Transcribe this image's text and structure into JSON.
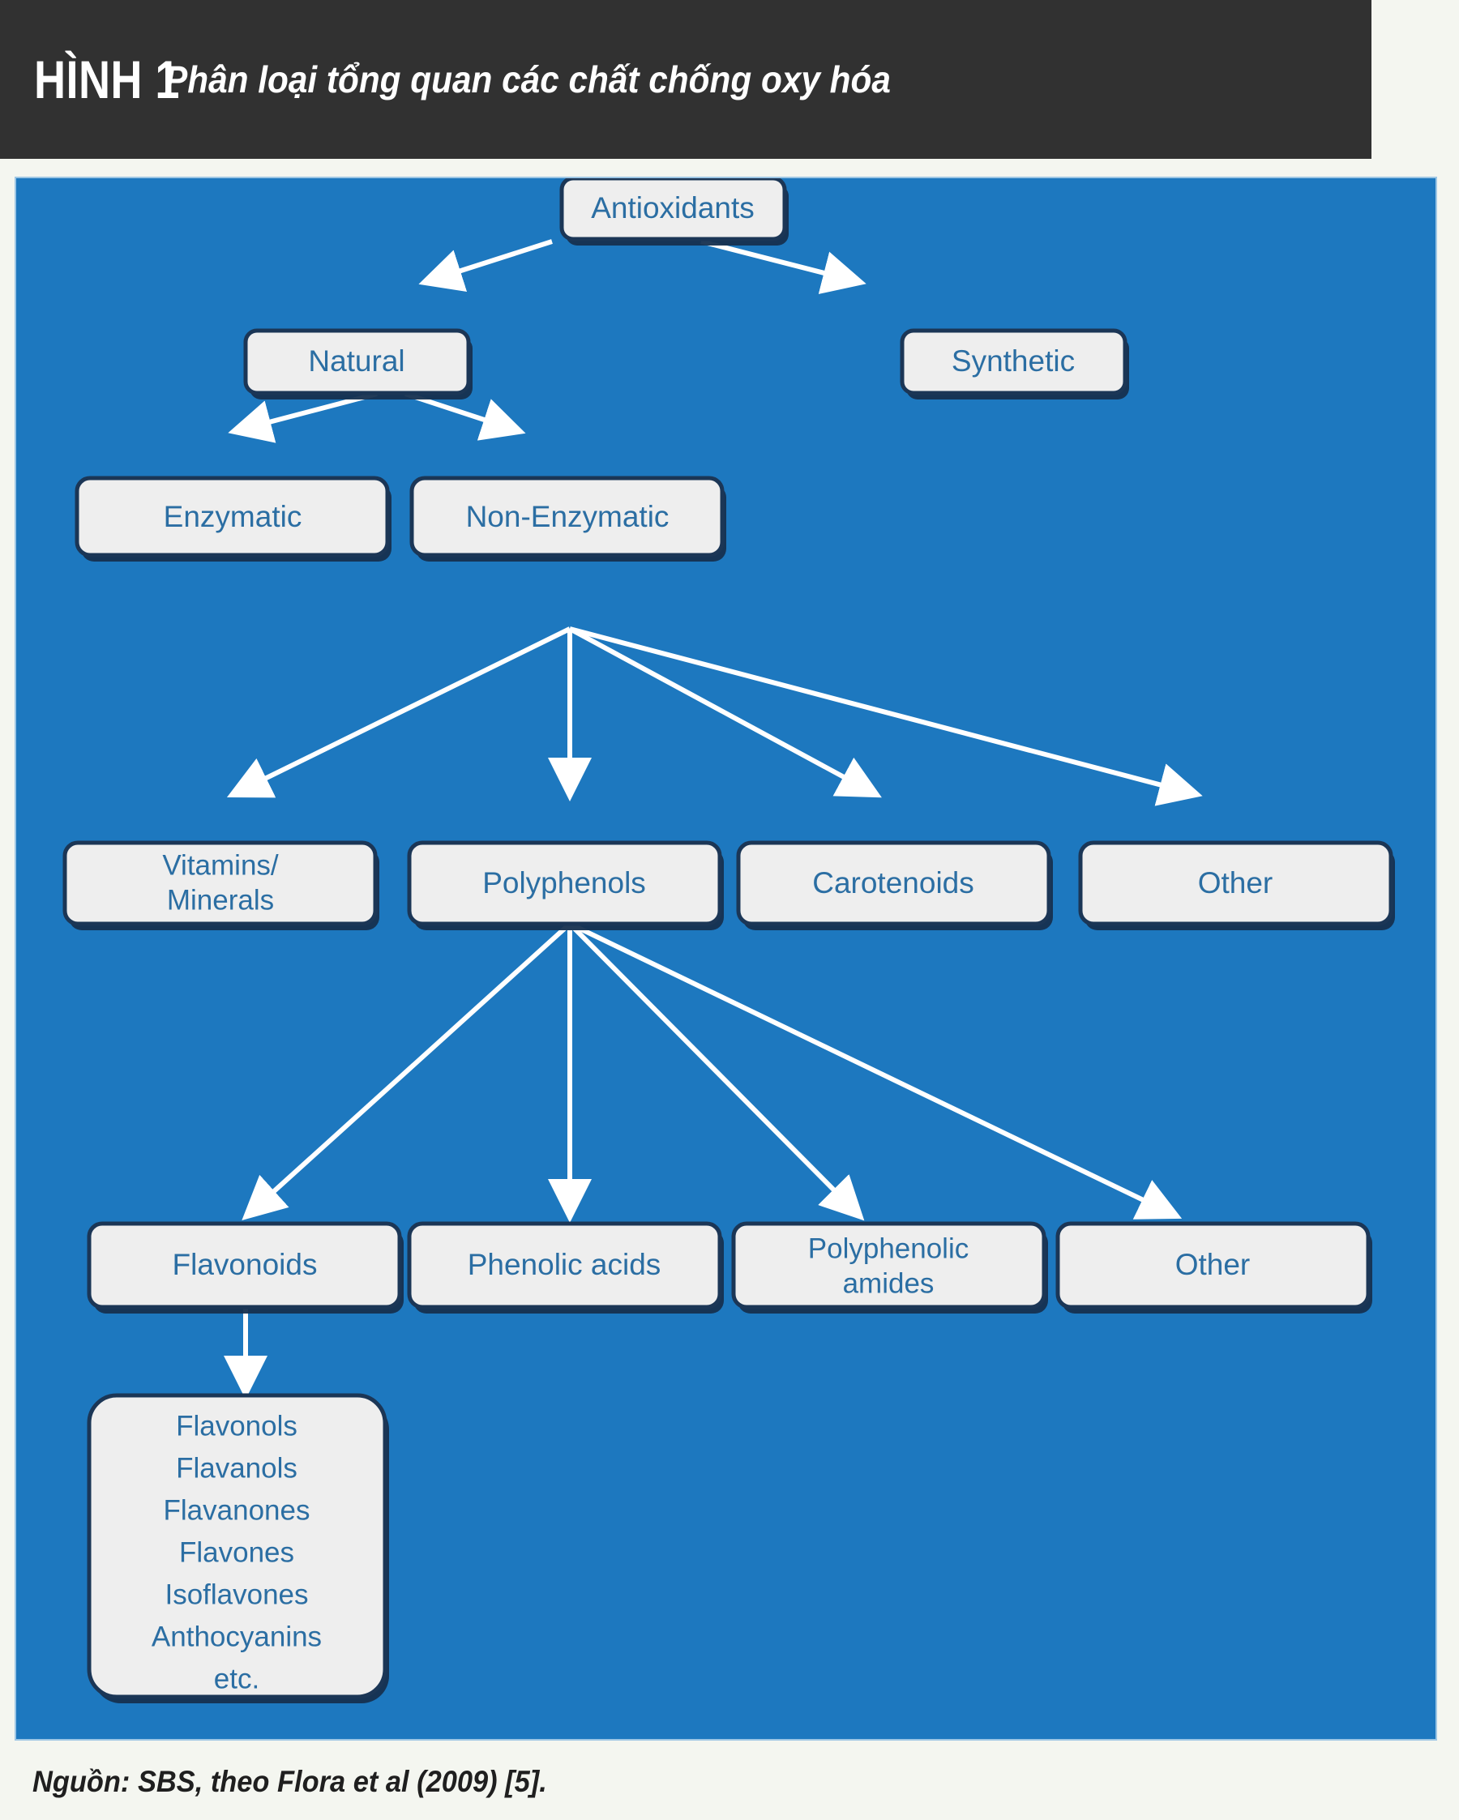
{
  "header": {
    "figure_label": "HÌNH 1",
    "caption": "Phân loại tổng quan các chất chống oxy hóa",
    "background_color": "#313131",
    "text_color": "#ffffff"
  },
  "diagram": {
    "panel_color": "#1d78bf",
    "box_fill": "#eeeeee",
    "box_border": "#1b3656",
    "label_color": "#2b6ea3",
    "edge_color": "#ffffff",
    "levels": [
      {
        "level": 1,
        "nodes": [
          {
            "id": "antioxidants",
            "label": "Antioxidants"
          }
        ]
      },
      {
        "level": 2,
        "nodes": [
          {
            "id": "natural",
            "label": "Natural"
          },
          {
            "id": "synthetic",
            "label": "Synthetic"
          }
        ]
      },
      {
        "level": 3,
        "nodes": [
          {
            "id": "enzymatic",
            "label": "Enzymatic"
          },
          {
            "id": "non-enzymatic",
            "label": "Non-Enzymatic"
          }
        ]
      },
      {
        "level": 4,
        "nodes": [
          {
            "id": "vitamins-minerals",
            "label": "Vitamins/",
            "label_line2": "Minerals"
          },
          {
            "id": "polyphenols",
            "label": "Polyphenols"
          },
          {
            "id": "carotenoids",
            "label": "Carotenoids"
          },
          {
            "id": "other-nonenzymatic",
            "label": "Other"
          }
        ]
      },
      {
        "level": 5,
        "nodes": [
          {
            "id": "flavonoids",
            "label": "Flavonoids"
          },
          {
            "id": "phenolic-acids",
            "label": "Phenolic acids"
          },
          {
            "id": "polyphenolic-amides",
            "label": "Polyphenolic",
            "label_line2": "amides"
          },
          {
            "id": "other-polyphenols",
            "label": "Other"
          }
        ]
      },
      {
        "level": 6,
        "nodes": [
          {
            "id": "flavonoid-subtypes",
            "lines": [
              "Flavonols",
              "Flavanols",
              "Flavanones",
              "Flavones",
              "Isoflavones",
              "Anthocyanins",
              "etc."
            ]
          }
        ]
      }
    ],
    "edges": [
      {
        "from": "antioxidants",
        "to": "natural"
      },
      {
        "from": "antioxidants",
        "to": "synthetic"
      },
      {
        "from": "natural",
        "to": "enzymatic"
      },
      {
        "from": "natural",
        "to": "non-enzymatic"
      },
      {
        "from": "non-enzymatic",
        "to": "vitamins-minerals"
      },
      {
        "from": "non-enzymatic",
        "to": "polyphenols"
      },
      {
        "from": "non-enzymatic",
        "to": "carotenoids"
      },
      {
        "from": "non-enzymatic",
        "to": "other-nonenzymatic"
      },
      {
        "from": "polyphenols",
        "to": "flavonoids"
      },
      {
        "from": "polyphenols",
        "to": "phenolic-acids"
      },
      {
        "from": "polyphenols",
        "to": "polyphenolic-amides"
      },
      {
        "from": "polyphenols",
        "to": "other-polyphenols"
      },
      {
        "from": "flavonoids",
        "to": "flavonoid-subtypes"
      }
    ]
  },
  "footer": {
    "source": "Nguồn: SBS, theo Flora et al (2009) [5]."
  }
}
